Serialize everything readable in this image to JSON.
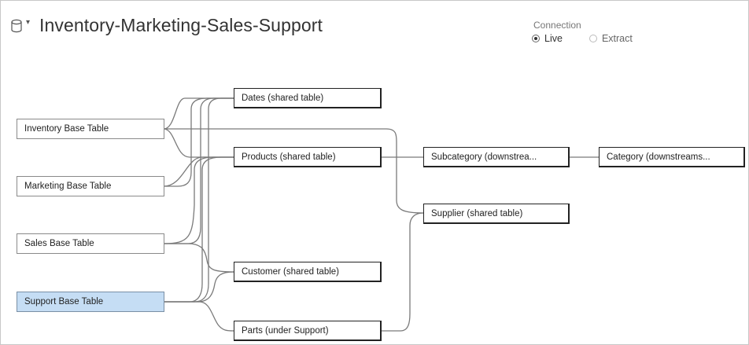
{
  "header": {
    "title": "Inventory-Marketing-Sales-Support",
    "db_icon": "database-icon"
  },
  "connection": {
    "label": "Connection",
    "options": [
      {
        "label": "Live",
        "selected": true
      },
      {
        "label": "Extract",
        "selected": false
      }
    ]
  },
  "base_tables": [
    {
      "label": "Inventory Base Table",
      "selected": false
    },
    {
      "label": "Marketing Base Table",
      "selected": false
    },
    {
      "label": "Sales Base Table",
      "selected": false
    },
    {
      "label": "Support Base Table",
      "selected": true
    }
  ],
  "related_tables": [
    {
      "label": "Dates (shared table)"
    },
    {
      "label": "Products (shared table)"
    },
    {
      "label": "Customer (shared table)"
    },
    {
      "label": "Parts (under Support)"
    },
    {
      "label": "Subcategory (downstrea..."
    },
    {
      "label": "Supplier (shared table)"
    },
    {
      "label": "Category (downstreams..."
    }
  ],
  "colors": {
    "selected_fill": "#c5ddf4",
    "line": "#777777"
  }
}
